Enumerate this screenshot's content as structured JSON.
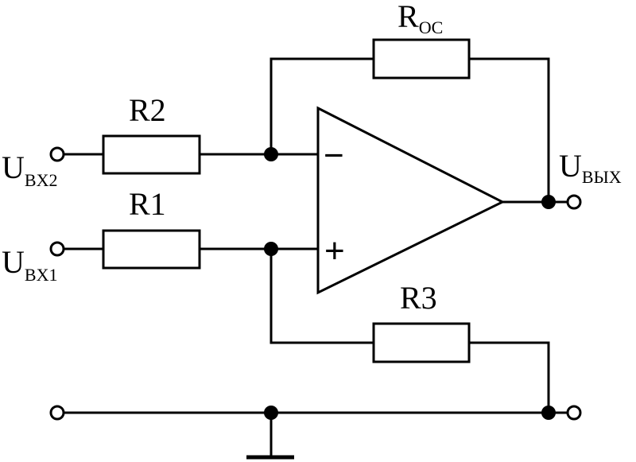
{
  "labels": {
    "r_oc": {
      "main": "R",
      "sub": "OC"
    },
    "r2": "R2",
    "r1": "R1",
    "r3": "R3",
    "u_in2": {
      "main": "U",
      "sub": "BX2"
    },
    "u_in1": {
      "main": "U",
      "sub": "BX1"
    },
    "u_out": {
      "main": "U",
      "sub": "BЫX"
    },
    "minus": "−",
    "plus": "+"
  }
}
